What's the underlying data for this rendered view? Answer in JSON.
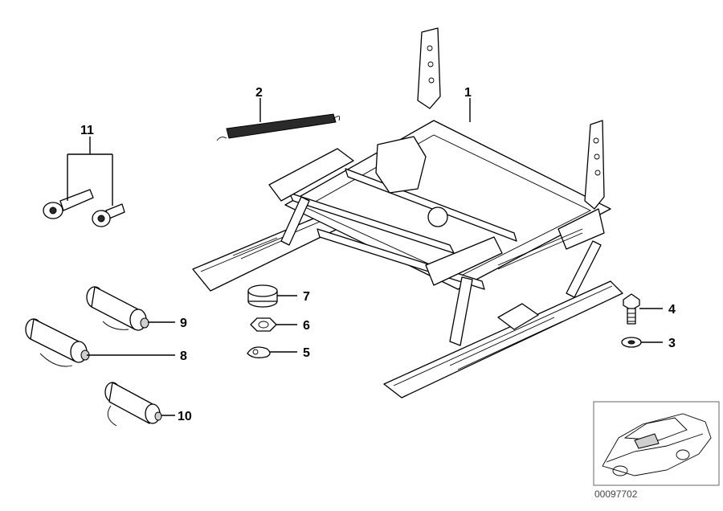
{
  "labels": {
    "p1": "1",
    "p2": "2",
    "p3": "3",
    "p4": "4",
    "p5": "5",
    "p6": "6",
    "p7": "7",
    "p8": "8",
    "p9": "9",
    "p10": "10",
    "p11": "11"
  },
  "inset": {
    "caption": "00097702"
  }
}
